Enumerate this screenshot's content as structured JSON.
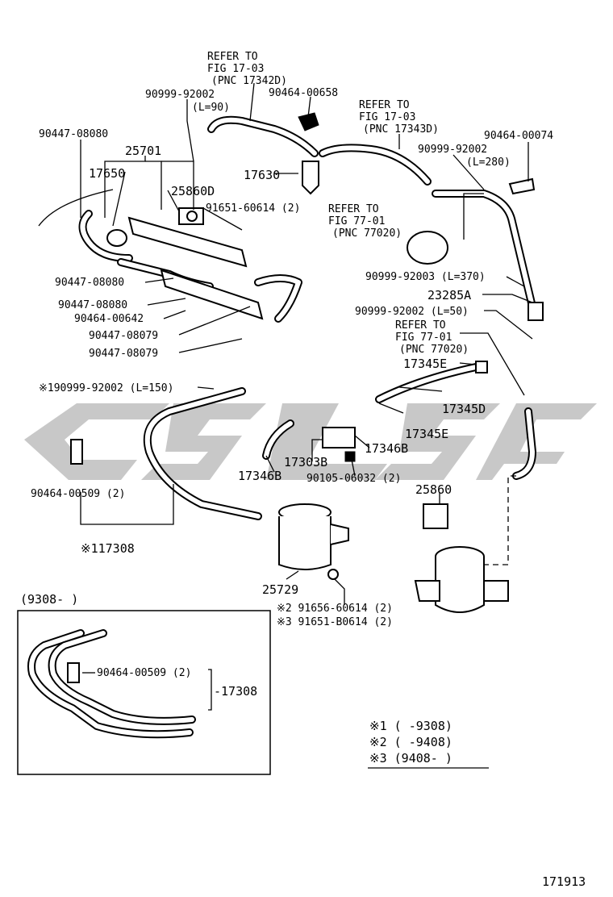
{
  "diagram_id": "171913",
  "labels": {
    "refer_17342d": [
      "REFER TO",
      "FIG 17-03",
      "(PNC 17342D)"
    ],
    "p90999_92002_a": "90999-92002",
    "len_90": "(L=90)",
    "p90464_00658": "90464-00658",
    "refer_17343d": [
      "REFER TO",
      "FIG 17-03",
      "(PNC 17343D)"
    ],
    "p90464_00074": "90464-00074",
    "p90999_92002_b": "90999-92002",
    "len_280": "(L=280)",
    "p90447_08080_a": "90447-08080",
    "p25701": "25701",
    "p17650": "17650",
    "p17630": "17630",
    "p25860d": "25860D",
    "p91651_60614": "91651-60614 (2)",
    "refer_77020_a": [
      "REFER TO",
      "FIG 77-01",
      "(PNC 77020)"
    ],
    "p90999_92003": "90999-92003 (L=370)",
    "p23285a": "23285A",
    "p90999_92002_c": "90999-92002 (L=50)",
    "refer_77020_b": [
      "REFER TO",
      "FIG 77-01",
      "(PNC 77020)"
    ],
    "p90447_08080_b": "90447-08080",
    "p90447_08080_c": "90447-08080",
    "p90464_00642": "90464-00642",
    "p90447_08079_a": "90447-08079",
    "p90447_08079_b": "90447-08079",
    "p17345e_a": "17345E",
    "p90999_92002_d": "※190999-92002 (L=150)",
    "p17345d": "17345D",
    "p17345e_b": "17345E",
    "p17346b_a": "17346B",
    "p17303b": "17303B",
    "p17346b_b": "17346B",
    "p90105_06032": "90105-06032 (2)",
    "p90464_00509_a": "90464-00509 (2)",
    "p25860": "25860",
    "p117308": "※117308",
    "p25729": "25729",
    "p91656_60614": "※2 91656-60614 (2)",
    "p91651_b0614": "※3 91651-B0614 (2)",
    "inset_range": "(9308-        )",
    "p90464_00509_b": "90464-00509 (2)",
    "p17308_inset": "-17308"
  },
  "legend": [
    "※1 (       -9308)",
    "※2 (       -9408)",
    "※3 (9408-        )"
  ]
}
